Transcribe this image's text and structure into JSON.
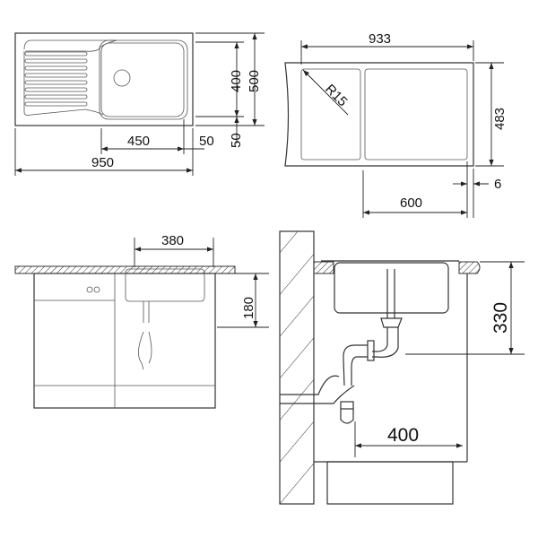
{
  "top_view": {
    "dims": {
      "bowl_depth": "400",
      "overall_depth": "500",
      "bowl_width": "450",
      "right_margin": "50",
      "bottom_margin": "50",
      "overall_width": "950"
    }
  },
  "cutout_view": {
    "dims": {
      "width": "933",
      "depth": "483",
      "radius": "R15",
      "offset": "600",
      "edge": "6"
    }
  },
  "front_view": {
    "dims": {
      "bowl_width": "380",
      "bowl_height": "180"
    }
  },
  "side_view": {
    "dims": {
      "height": "330",
      "depth": "400"
    }
  }
}
